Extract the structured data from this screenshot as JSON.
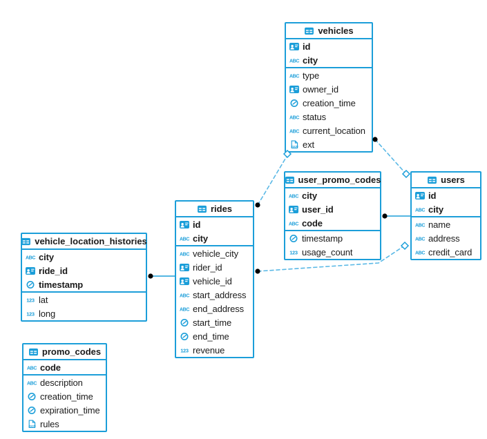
{
  "colors": {
    "accent": "#1b9ed9",
    "dashed_relation": "#5bb9e6",
    "endpoint_dot": "#000000"
  },
  "tables": [
    {
      "name": "vehicles",
      "icon": "table-icon",
      "pk": [
        {
          "icon": "id-badge-icon",
          "name": "id"
        },
        {
          "icon": "abc-icon",
          "name": "city"
        }
      ],
      "fields": [
        {
          "icon": "abc-icon",
          "name": "type"
        },
        {
          "icon": "id-badge-icon",
          "name": "owner_id"
        },
        {
          "icon": "clock-icon",
          "name": "creation_time"
        },
        {
          "icon": "abc-icon",
          "name": "status"
        },
        {
          "icon": "abc-icon",
          "name": "current_location"
        },
        {
          "icon": "json-icon",
          "name": "ext"
        }
      ]
    },
    {
      "name": "user_promo_codes",
      "icon": "table-icon",
      "pk": [
        {
          "icon": "abc-icon",
          "name": "city"
        },
        {
          "icon": "id-badge-icon",
          "name": "user_id"
        },
        {
          "icon": "abc-icon",
          "name": "code"
        }
      ],
      "fields": [
        {
          "icon": "clock-icon",
          "name": "timestamp"
        },
        {
          "icon": "number-icon",
          "name": "usage_count"
        }
      ]
    },
    {
      "name": "users",
      "icon": "table-icon",
      "pk": [
        {
          "icon": "id-badge-icon",
          "name": "id"
        },
        {
          "icon": "abc-icon",
          "name": "city"
        }
      ],
      "fields": [
        {
          "icon": "abc-icon",
          "name": "name"
        },
        {
          "icon": "abc-icon",
          "name": "address"
        },
        {
          "icon": "abc-icon",
          "name": "credit_card"
        }
      ]
    },
    {
      "name": "rides",
      "icon": "table-icon",
      "pk": [
        {
          "icon": "id-badge-icon",
          "name": "id"
        },
        {
          "icon": "abc-icon",
          "name": "city"
        }
      ],
      "fields": [
        {
          "icon": "abc-icon",
          "name": "vehicle_city"
        },
        {
          "icon": "id-badge-icon",
          "name": "rider_id"
        },
        {
          "icon": "id-badge-icon",
          "name": "vehicle_id"
        },
        {
          "icon": "abc-icon",
          "name": "start_address"
        },
        {
          "icon": "abc-icon",
          "name": "end_address"
        },
        {
          "icon": "clock-icon",
          "name": "start_time"
        },
        {
          "icon": "clock-icon",
          "name": "end_time"
        },
        {
          "icon": "number-icon",
          "name": "revenue"
        }
      ]
    },
    {
      "name": "vehicle_location_histories",
      "icon": "table-icon",
      "pk": [
        {
          "icon": "abc-icon",
          "name": "city"
        },
        {
          "icon": "id-badge-icon",
          "name": "ride_id"
        },
        {
          "icon": "clock-icon",
          "name": "timestamp"
        }
      ],
      "fields": [
        {
          "icon": "number-icon",
          "name": "lat"
        },
        {
          "icon": "number-icon",
          "name": "long"
        }
      ]
    },
    {
      "name": "promo_codes",
      "icon": "table-icon",
      "pk": [
        {
          "icon": "abc-icon",
          "name": "code"
        }
      ],
      "fields": [
        {
          "icon": "abc-icon",
          "name": "description"
        },
        {
          "icon": "clock-icon",
          "name": "creation_time"
        },
        {
          "icon": "clock-icon",
          "name": "expiration_time"
        },
        {
          "icon": "json-icon",
          "name": "rules"
        }
      ]
    }
  ],
  "relations": [
    {
      "from": "vehicle_location_histories",
      "to": "rides",
      "line": "solid",
      "from_marker": "dot",
      "to_marker": "none"
    },
    {
      "from": "rides",
      "to": "vehicles",
      "line": "dashed",
      "from_marker": "dot",
      "to_marker": "diamond"
    },
    {
      "from": "vehicles",
      "to": "users",
      "line": "dashed",
      "from_marker": "dot",
      "to_marker": "diamond"
    },
    {
      "from": "user_promo_codes",
      "to": "users",
      "line": "solid",
      "from_marker": "dot",
      "to_marker": "none"
    },
    {
      "from": "rides",
      "to": "users",
      "line": "dashed",
      "from_marker": "dot",
      "to_marker": "diamond"
    }
  ]
}
